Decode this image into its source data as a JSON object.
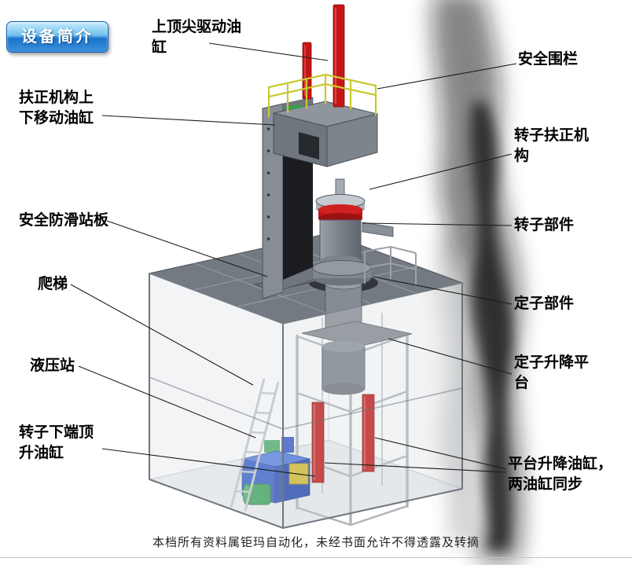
{
  "badge": {
    "label": "设备简介"
  },
  "labels": {
    "top_drive_cylinder": "上顶尖驱动油缸",
    "safety_fence": "安全围栏",
    "centering_lift_cylinder": "扶正机构上下移动油缸",
    "rotor_centering_mechanism": "转子扶正机构",
    "anti_slip_platform": "安全防滑站板",
    "rotor_component": "转子部件",
    "ladder": "爬梯",
    "stator_component": "定子部件",
    "hydraulic_station": "液压站",
    "stator_lifting_platform": "定子升降平台",
    "rotor_bottom_jacking_cylinder": "转子下端顶升油缸",
    "platform_lifting_cylinders": "平台升降油缸，两油缸同步"
  },
  "footer": {
    "text": "本档所有资料属钜玛自动化，未经书面允许不得透露及转摘"
  },
  "diagram": {
    "subject": "rotor-stator-assembly-machine-3d-view",
    "colors": {
      "badge_blue": "#1a72c8",
      "cylinder_red": "#c41616",
      "railing_yellow": "#c9c930",
      "hydraulic_blue": "#2a55c8",
      "motor_green": "#2e9e4f",
      "frame_gray": "#7d838b"
    }
  }
}
